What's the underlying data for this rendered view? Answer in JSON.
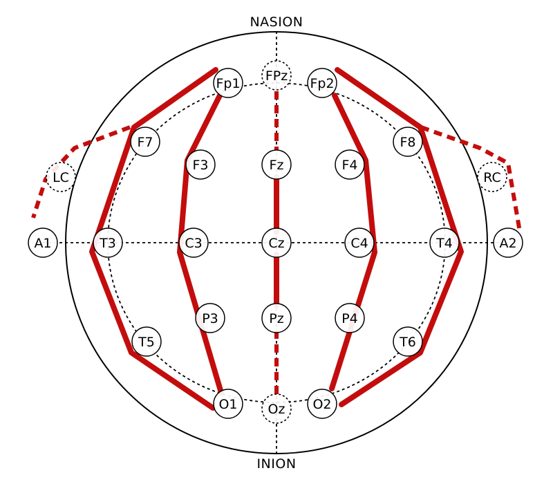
{
  "landmarks": {
    "top": "NASION",
    "bottom": "INION"
  },
  "colors": {
    "montage_line": "#c30d0d",
    "outline": "#000000",
    "background": "#ffffff"
  },
  "electrodes": [
    {
      "id": "fp1",
      "label": "Fp1",
      "style": "solid"
    },
    {
      "id": "fpz",
      "label": "FPz",
      "style": "dashed"
    },
    {
      "id": "fp2",
      "label": "Fp2",
      "style": "solid"
    },
    {
      "id": "f7",
      "label": "F7",
      "style": "solid"
    },
    {
      "id": "f3",
      "label": "F3",
      "style": "solid"
    },
    {
      "id": "fz",
      "label": "Fz",
      "style": "solid"
    },
    {
      "id": "f4",
      "label": "F4",
      "style": "solid"
    },
    {
      "id": "f8",
      "label": "F8",
      "style": "solid"
    },
    {
      "id": "lc",
      "label": "LC",
      "style": "dashed"
    },
    {
      "id": "rc",
      "label": "RC",
      "style": "dashed"
    },
    {
      "id": "a1",
      "label": "A1",
      "style": "solid"
    },
    {
      "id": "t3",
      "label": "T3",
      "style": "solid"
    },
    {
      "id": "c3",
      "label": "C3",
      "style": "solid"
    },
    {
      "id": "cz",
      "label": "Cz",
      "style": "solid"
    },
    {
      "id": "c4",
      "label": "C4",
      "style": "solid"
    },
    {
      "id": "t4",
      "label": "T4",
      "style": "solid"
    },
    {
      "id": "a2",
      "label": "A2",
      "style": "solid"
    },
    {
      "id": "p3",
      "label": "P3",
      "style": "solid"
    },
    {
      "id": "pz",
      "label": "Pz",
      "style": "solid"
    },
    {
      "id": "p4",
      "label": "P4",
      "style": "solid"
    },
    {
      "id": "t5",
      "label": "T5",
      "style": "solid"
    },
    {
      "id": "t6",
      "label": "T6",
      "style": "solid"
    },
    {
      "id": "o1",
      "label": "O1",
      "style": "solid"
    },
    {
      "id": "oz",
      "label": "Oz",
      "style": "dashed"
    },
    {
      "id": "o2",
      "label": "O2",
      "style": "solid"
    }
  ],
  "chains": [
    {
      "id": "left-temporal",
      "path": [
        "fp1",
        "f7",
        "t3",
        "t5",
        "o1"
      ],
      "style": "solid"
    },
    {
      "id": "left-parasagittal",
      "path": [
        "fp1",
        "f3",
        "c3",
        "p3",
        "o1"
      ],
      "style": "solid"
    },
    {
      "id": "midline",
      "path": [
        "fz",
        "cz",
        "pz"
      ],
      "style": "solid"
    },
    {
      "id": "midline-front",
      "path": [
        "fpz",
        "fz"
      ],
      "style": "dashed"
    },
    {
      "id": "midline-back",
      "path": [
        "pz",
        "oz"
      ],
      "style": "dashed"
    },
    {
      "id": "right-parasagittal",
      "path": [
        "fp2",
        "f4",
        "c4",
        "p4",
        "o2"
      ],
      "style": "solid"
    },
    {
      "id": "right-temporal",
      "path": [
        "fp2",
        "f8",
        "t4",
        "t6",
        "o2"
      ],
      "style": "solid"
    },
    {
      "id": "left-ear",
      "path": [
        "f7",
        "lc",
        "a1"
      ],
      "style": "dashed"
    },
    {
      "id": "right-ear",
      "path": [
        "f8",
        "rc",
        "a2"
      ],
      "style": "dashed"
    }
  ]
}
